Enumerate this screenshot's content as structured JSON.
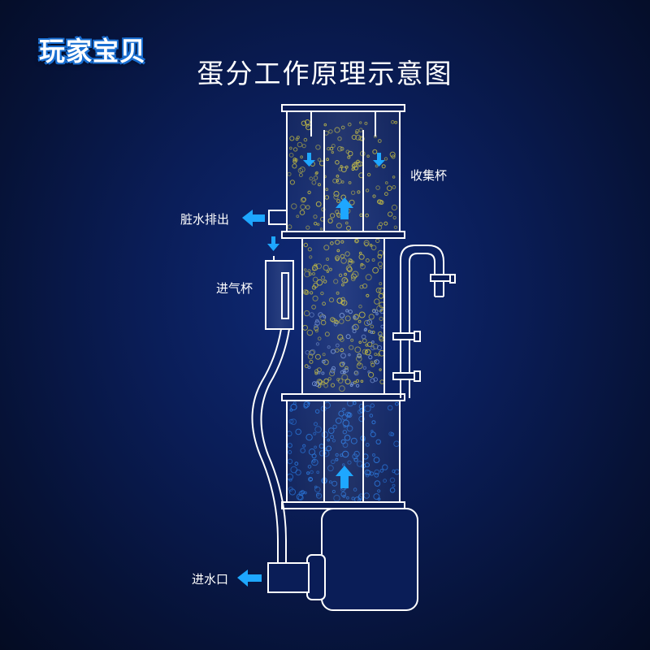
{
  "logo": {
    "text": "玩家宝贝"
  },
  "title": "蛋分工作原理示意图",
  "labels": {
    "collection_cup": "收集杯",
    "dirty_water_outlet": "脏水排出",
    "air_intake_cup": "进气杯",
    "water_inlet": "进水口"
  },
  "colors": {
    "background": "#0a1d57",
    "outline": "#ffffff",
    "arrow": "#1ea7ff",
    "bubble_yellow": "#b8b13a",
    "bubble_blue": "#1e6fd9",
    "logo_outline": "#1a6fd1"
  },
  "icons": [
    "arrow-up-icon",
    "arrow-down-icon",
    "arrow-left-icon"
  ]
}
